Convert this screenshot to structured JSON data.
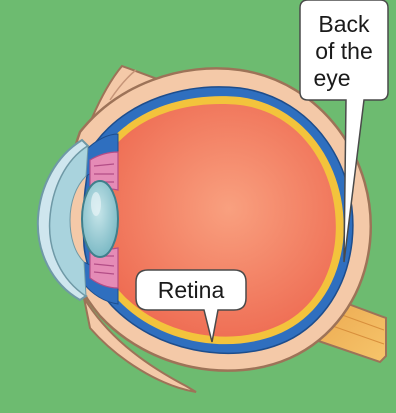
{
  "labels": {
    "back_of_eye_line1": "Back",
    "back_of_eye_line2": "of the",
    "back_of_eye_line3": "eye",
    "retina": "Retina"
  },
  "colors": {
    "background": "#6dbb70",
    "sclera": "#f4c9a8",
    "choroid": "#2f6fbf",
    "retina": "#f3c33c",
    "vitreous": "#f1735a",
    "lens": "#8fc6cf",
    "cornea": "#cfe6ee",
    "iris": "#e58bb6",
    "optic_nerve": "#f0b15a"
  }
}
